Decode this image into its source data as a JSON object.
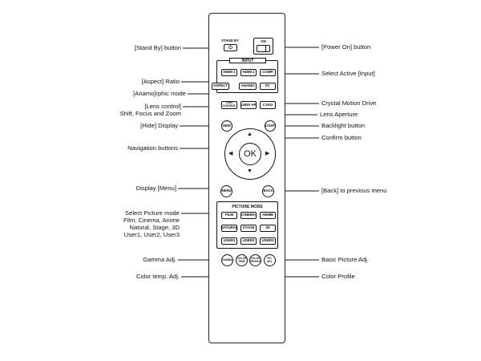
{
  "remote": {
    "standby_label": "STAND BY",
    "standby_symbol": "⏻",
    "on_label": "ON",
    "input_header": "INPUT",
    "buttons": {
      "hdmi1": "HDMI 1",
      "hdmi2": "HDMI 2",
      "comp": "COMP.",
      "pc": "PC",
      "aspect": "ASPECT",
      "anamo": "ANAMO",
      "lens_control": "LENS CONTROL",
      "lens_ap": "LENS AP",
      "cmd": "C.M.D",
      "hide": "HIDE",
      "light": "LIGHT",
      "ok": "OK",
      "menu": "MENU",
      "back": "BACK",
      "gamma": "GAMMA",
      "color_temp": "COLOR TEMP",
      "color_profile": "COLOR PROFILE",
      "pic_adj": "PIC. ADJ."
    },
    "picture_mode": {
      "header": "PICTURE MODE",
      "modes": [
        "FILM",
        "CINEMA",
        "ANIME",
        "NATURAL",
        "STAGE",
        "3D",
        "USER1",
        "USER2",
        "USER3"
      ]
    }
  },
  "callouts_left": {
    "standby": [
      "[Stand By] button"
    ],
    "aspect": [
      "[Aspect] Ratio"
    ],
    "anamorphic": [
      "[Anamo]rphic mode"
    ],
    "lens_control": [
      "[Lens control]",
      "Shift, Focus and Zoom"
    ],
    "hide": [
      "[Hide] Display"
    ],
    "navigation": [
      "Navigation buttons"
    ],
    "menu": [
      "Display [Menu]"
    ],
    "picture_mode": [
      "Select Picture mode",
      "Film, Cinema, Anime",
      "Natural, Stage, 3D",
      "User1, User2, User3"
    ],
    "gamma": [
      "Gamma Adj."
    ],
    "color_temp": [
      "Color temp. Adj."
    ]
  },
  "callouts_right": {
    "power_on": [
      "[Power On] button"
    ],
    "input": [
      "Select Active [Input]"
    ],
    "cmd": [
      "Crystal Motion Drive"
    ],
    "lens_aperture": [
      "Lens Aperture"
    ],
    "backlight": [
      "Backlight button"
    ],
    "confirm": [
      "Confirm button"
    ],
    "back": [
      "[Back] to previous menu"
    ],
    "basic_picture": [
      "Basic Picture Adj."
    ],
    "color_profile": [
      "Color Profile"
    ]
  }
}
